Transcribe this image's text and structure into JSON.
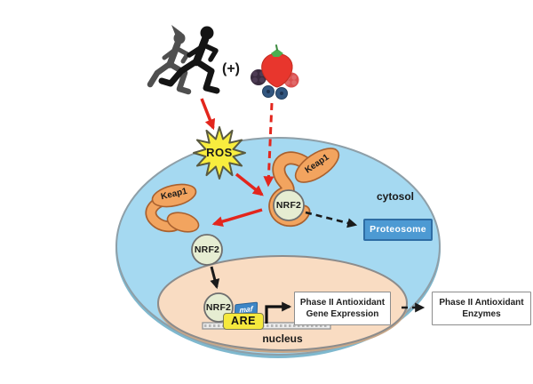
{
  "diagram": {
    "description": "NRF2 / Keap1 antioxidant signaling pathway cell diagram"
  },
  "labels": {
    "ros": "ROS",
    "keap1": "Keap1",
    "nrf2": "NRF2",
    "cytosol": "cytosol",
    "proteosome": "Proteosome",
    "maf": "maf",
    "are": "ARE",
    "nucleus": "nucleus",
    "plus": "(+)"
  },
  "boxes": {
    "gene_expression": {
      "line1": "Phase II Antioxidant",
      "line2": "Gene Expression"
    },
    "enzymes": {
      "line1": "Phase II Antioxidant",
      "line2": "Enzymes"
    }
  },
  "icons": {
    "runners": "runners-silhouette-icon",
    "berries": "berries-icon",
    "ros_burst": "starburst-icon",
    "dna": "dna-strand-icon",
    "transcription_arrow": "bent-transcription-arrow-icon"
  },
  "colors": {
    "cell_blue": "#A5D9F1",
    "cell_border": "#8E9FA8",
    "cell_rim": "#7FB8CE",
    "nucleus_peach": "#F9DCC2",
    "nucleus_border": "#8C8C8C",
    "nucleus_rim": "#C8A788",
    "keap1_orange": "#F2A45F",
    "keap1_border": "#A9612F",
    "nrf2_fill": "#E6EDD2",
    "nrf2_border": "#6F6F6F",
    "ros_yellow": "#F8ED3E",
    "ros_border": "#5A5A40",
    "proteosome_fill": "#4D9AD3",
    "proteosome_border": "#2E6DA4",
    "maf_blue": "#3E86C6",
    "are_yellow": "#F5E93D",
    "dna_gray": "#EBEBEB",
    "arrow_red": "#E3261D",
    "arrow_black": "#1A1A1A",
    "runner_black": "#141414",
    "runner_gray": "#4F4F4F",
    "strawberry_red": "#E8362D",
    "leaf_green": "#4CAF50",
    "blackberry_purple": "#3A2B3F",
    "blueberry_blue": "#32567F",
    "raspberry_red": "#D94F4F"
  }
}
